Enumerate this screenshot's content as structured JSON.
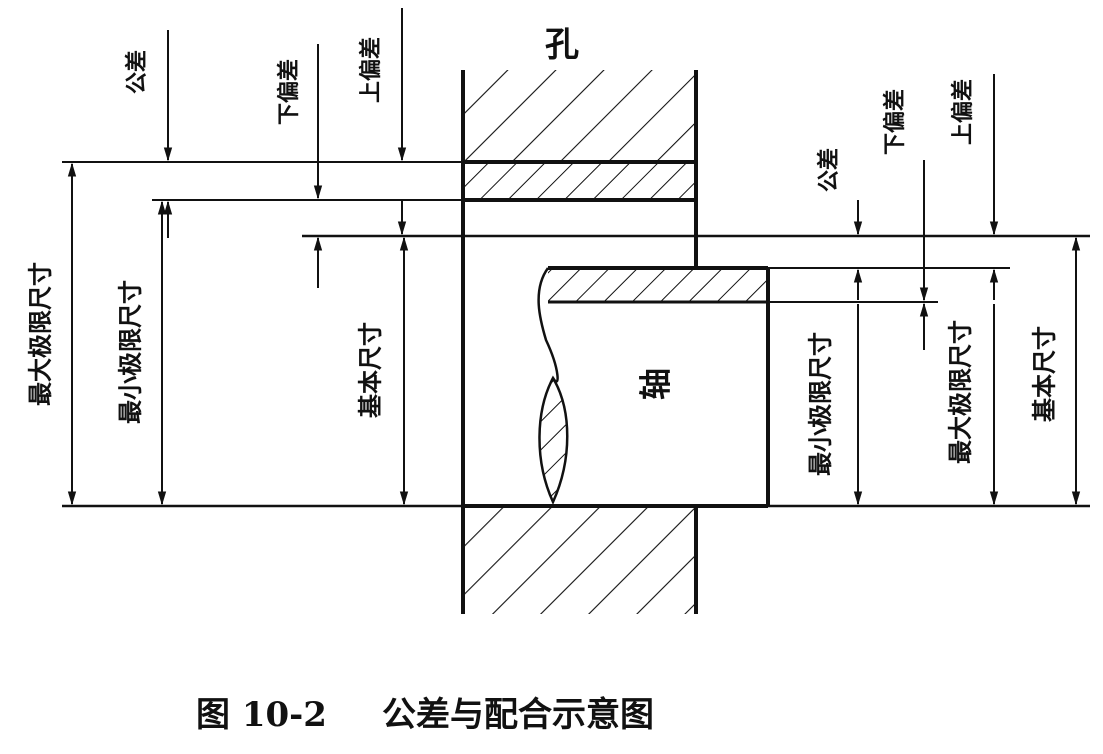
{
  "diagram": {
    "labels": {
      "hole": "孔",
      "shaft": "轴",
      "left_tolerance": "公差",
      "left_lower_deviation": "下偏差",
      "left_upper_deviation": "上偏差",
      "left_max_limit": "最大极限尺寸",
      "left_min_limit": "最小极限尺寸",
      "left_basic_size": "基本尺寸",
      "right_tolerance": "公差",
      "right_lower_deviation": "下偏差",
      "right_upper_deviation": "上偏差",
      "right_min_limit": "最小极限尺寸",
      "right_max_limit": "最大极限尺寸",
      "right_basic_size": "基本尺寸"
    },
    "caption": {
      "number": "图 10-2",
      "title": "公差与配合示意图"
    }
  }
}
